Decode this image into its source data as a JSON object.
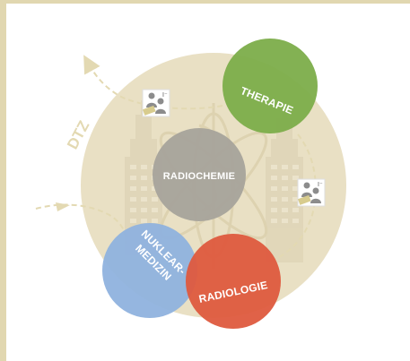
{
  "diagram": {
    "center_label": "DTZ",
    "nodes": {
      "therapie": {
        "label": "THERAPIE",
        "color": "#7cad4a"
      },
      "radiochemie": {
        "label": "RADIOCHEMIE",
        "color": "#a7a39b"
      },
      "nuklearmedizin": {
        "line1": "NUKLEAR-",
        "line2": "MEDIZIN",
        "color": "#8fb2de"
      },
      "radiologie": {
        "label": "RADIOLOGIE",
        "color": "#de5a3e"
      }
    },
    "colors": {
      "background_circle": "#e9e0c4",
      "frame": "#e1d7b0",
      "dashed_path": "#e3d9b2",
      "person_icon": "#8c8c8c",
      "document": "#d8cc8e"
    },
    "patient_icons": [
      {
        "name": "patient-document-icon-top",
        "label": "I⁻"
      },
      {
        "name": "patient-document-icon-right",
        "label": "I⁻"
      }
    ]
  }
}
